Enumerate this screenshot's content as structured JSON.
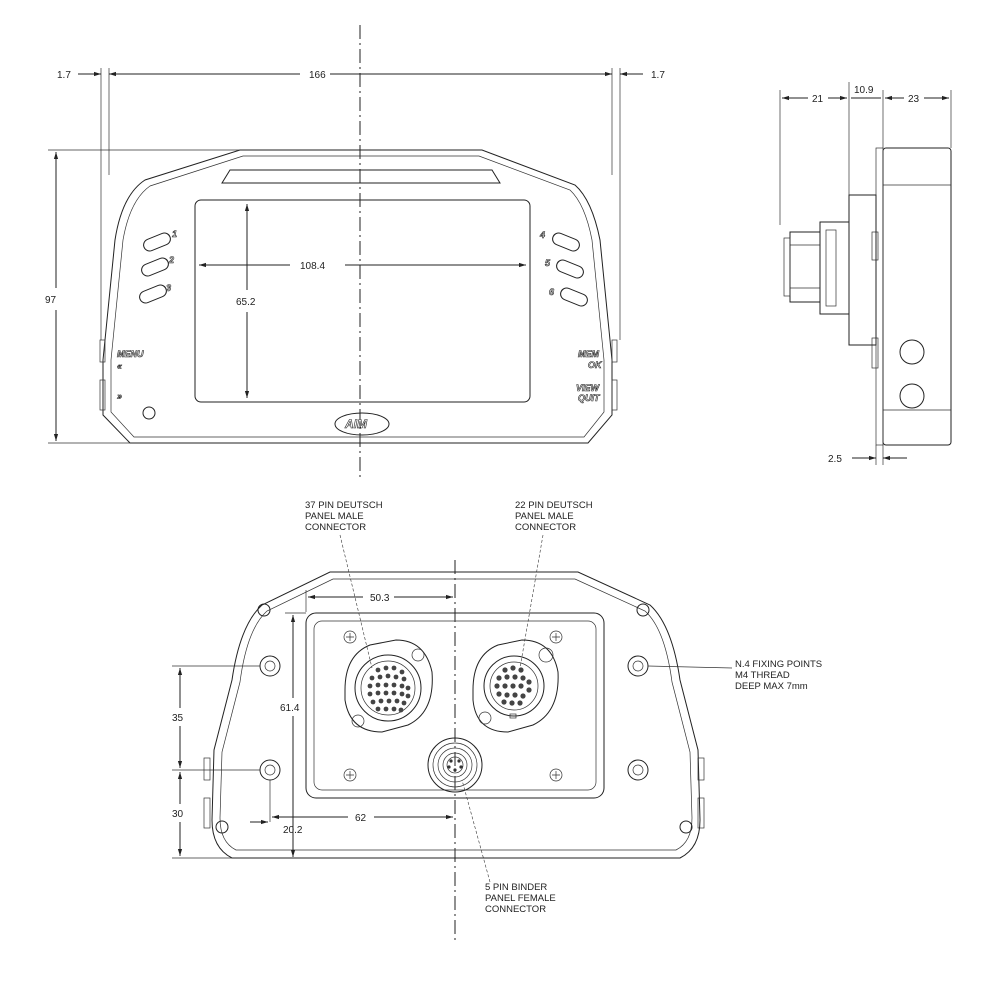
{
  "front_view": {
    "dims": {
      "margin_left": "1.7",
      "overall_width": "166",
      "margin_right": "1.7",
      "overall_height": "97",
      "screen_width": "108.4",
      "screen_height": "65.2"
    },
    "button_numbers": [
      "1",
      "2",
      "3",
      "4",
      "5",
      "6"
    ],
    "labels": {
      "menu": "MENU",
      "menu_arrow": "«",
      "next_arrow": "»",
      "mem": "MEM",
      "ok": "OK",
      "view": "VIEW",
      "quit": "QUIT"
    },
    "logo": "AIM"
  },
  "side_view": {
    "dims": {
      "connector_depth": "21",
      "flange": "10.9",
      "body_depth": "23",
      "bezel": "2.5"
    }
  },
  "rear_view": {
    "dims": {
      "offset_horizontal": "50.3",
      "panel_height": "61.4",
      "hole_spacing_upper": "35",
      "hole_spacing_lower": "30",
      "offset_62": "62",
      "offset_20": "20.2"
    },
    "callouts": {
      "c37": [
        "37 PIN DEUTSCH",
        "PANEL MALE",
        "CONNECTOR"
      ],
      "c22": [
        "22 PIN DEUTSCH",
        "PANEL MALE",
        "CONNECTOR"
      ],
      "c5": [
        "5 PIN BINDER",
        "PANEL FEMALE",
        "CONNECTOR"
      ],
      "fixing": [
        "N.4 FIXING POINTS",
        "M4 THREAD",
        "DEEP MAX 7mm"
      ]
    }
  }
}
